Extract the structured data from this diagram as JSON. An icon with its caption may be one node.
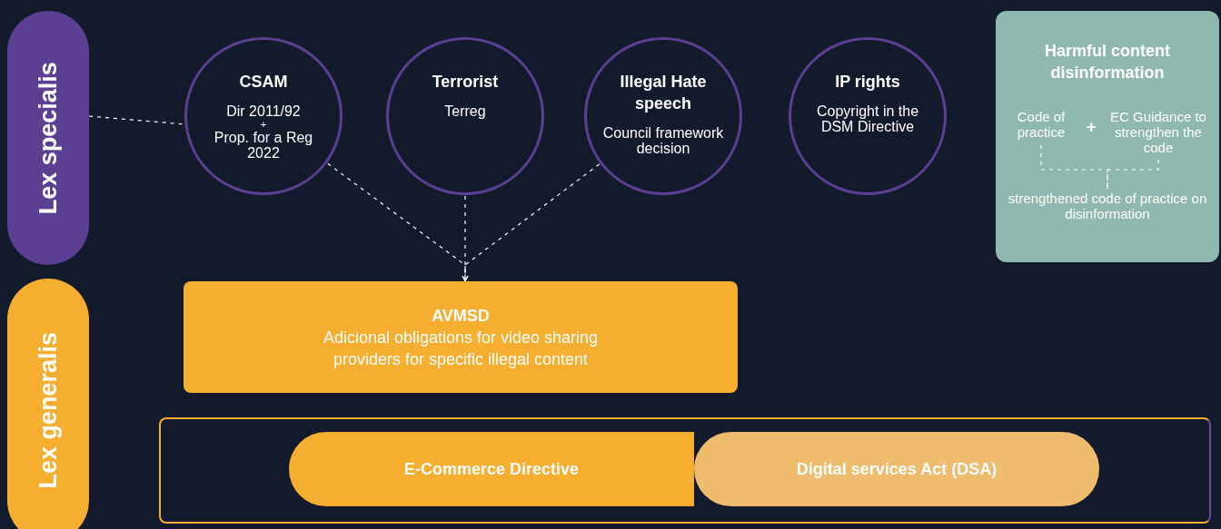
{
  "diagram": {
    "nodes": [
      {
        "text": [
          "Lex specialis"
        ]
      },
      {
        "text": [
          "Lex generalis"
        ]
      },
      {
        "text": [
          "CSAM",
          "Dir 2011/92",
          "+",
          "Prop. for a Reg 2022"
        ]
      },
      {
        "text": [
          "Terrorist",
          "Terreg"
        ]
      },
      {
        "text": [
          "Illegal Hate speech",
          "Council framework decision"
        ]
      },
      {
        "text": [
          "IP rights",
          "Copyright in the DSM Directive"
        ]
      },
      {
        "text": [
          "Harmful content disinformation"
        ]
      },
      {
        "text": [
          "Code of practice"
        ],
        "in": 6
      },
      {
        "text": [
          "EC Guidance to strengthen the code"
        ],
        "in": 6
      },
      {
        "text": [
          "strengthened code of practice on disinformation"
        ],
        "in": 6
      },
      {
        "text": [
          "AVMSD",
          "Adicional obligations for video sharing providers for specific illegal content"
        ]
      },
      {
        "text": [],
        "shape": "box"
      },
      {
        "text": [
          "E-Commerce Directive"
        ],
        "in": 11
      },
      {
        "text": [
          "Digital services Act (DSA)"
        ],
        "in": 11
      }
    ],
    "edges": [
      {
        "from": 0,
        "to": 2,
        "arrow": "none",
        "style": "dashed"
      },
      {
        "from": 2,
        "to": 10,
        "arrow": "to",
        "style": "dashed"
      },
      {
        "from": 3,
        "to": 10,
        "arrow": "to",
        "style": "dashed"
      },
      {
        "from": 4,
        "to": 10,
        "arrow": "to",
        "style": "dashed"
      },
      {
        "from": 7,
        "to": 9,
        "arrow": "none",
        "style": "dashed"
      },
      {
        "from": 8,
        "to": 9,
        "arrow": "none",
        "style": "dashed"
      }
    ],
    "labels": [
      "+"
    ]
  }
}
